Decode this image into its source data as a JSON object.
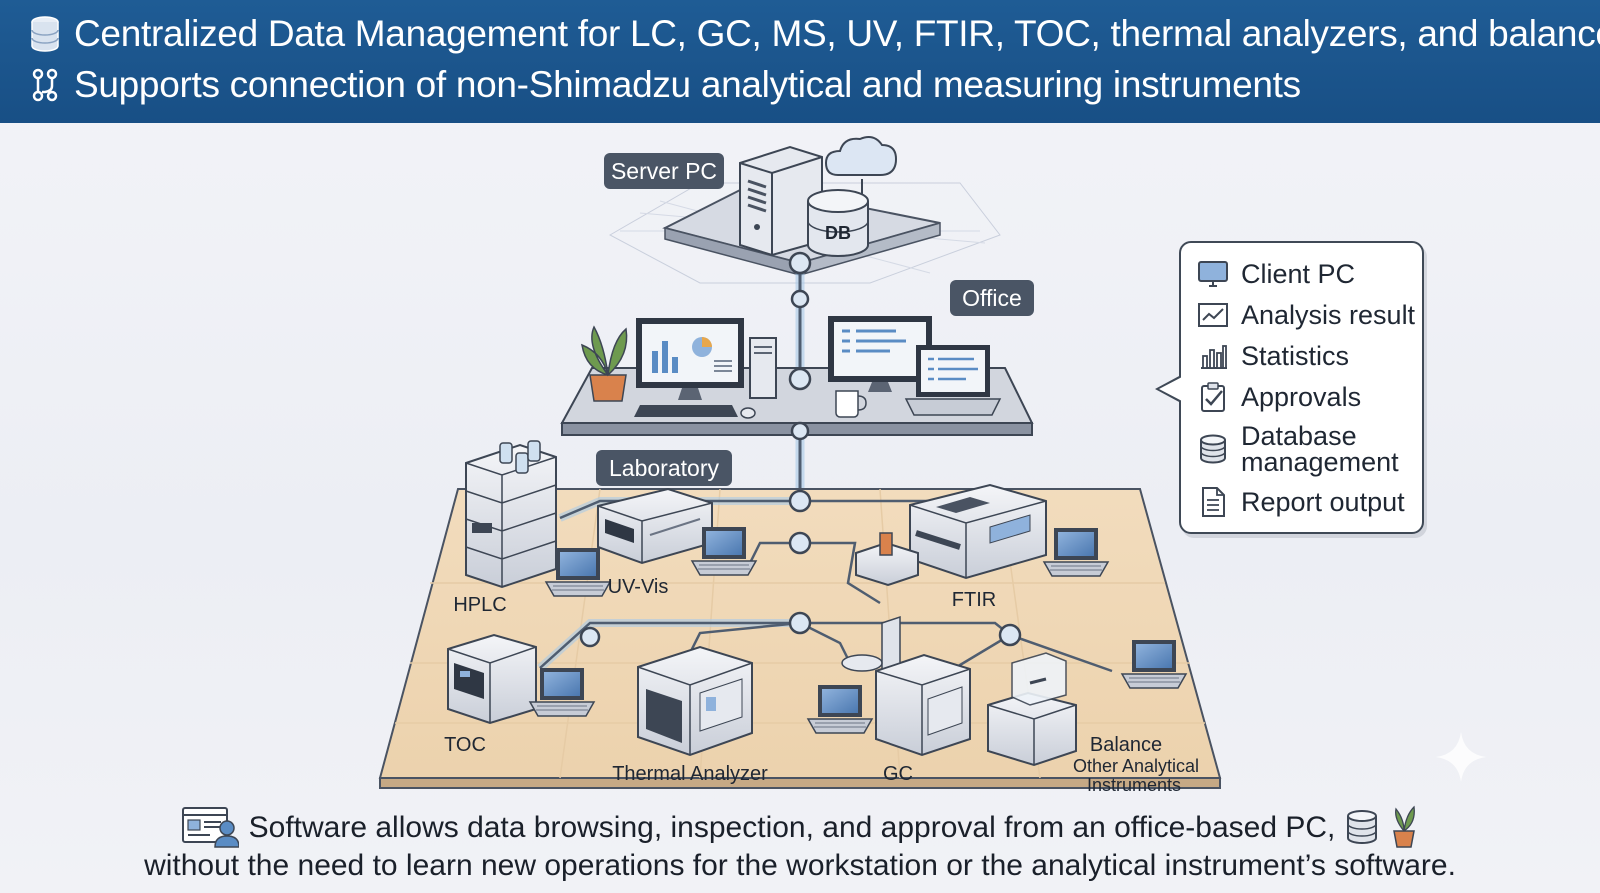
{
  "header": {
    "line1": "Centralized Data Management for LC, GC, MS, UV, FTIR, TOC, thermal analyzers, and balances",
    "line2": "Supports connection of non-Shimadzu analytical and measuring instruments",
    "line1_icon": "database-icon",
    "line2_icon": "connection-icon"
  },
  "diagram": {
    "server_label": "Server PC",
    "db_label": "DB",
    "office_label": "Office",
    "laboratory_label": "Laboratory",
    "instruments": {
      "hplc": "HPLC",
      "uvvis": "UV-Vis",
      "ftir": "FTIR",
      "toc": "TOC",
      "thermal": "Thermal Analyzer",
      "gc": "GC",
      "balance": "Balance",
      "other_line1": "Other Analytical",
      "other_line2": "Instruments"
    }
  },
  "callout": {
    "items": [
      {
        "label": "Client PC",
        "icon": "monitor-icon"
      },
      {
        "label": "Analysis result",
        "icon": "line-chart-icon"
      },
      {
        "label": "Statistics",
        "icon": "bar-chart-icon"
      },
      {
        "label": "Approvals",
        "icon": "checklist-icon"
      },
      {
        "label": "Database management",
        "icon": "database-icon"
      },
      {
        "label": "Report output",
        "icon": "document-icon"
      }
    ]
  },
  "footer": {
    "line1": "Software allows data browsing, inspection, and approval from an office-based PC,",
    "line2": "without the need to learn new operations for the workstation or the analytical instrument’s software."
  },
  "colors": {
    "banner": "#1f5c95",
    "lab_floor": "#f0d8b6",
    "network_line": "#5a6a80",
    "tag": "#4a5565"
  }
}
